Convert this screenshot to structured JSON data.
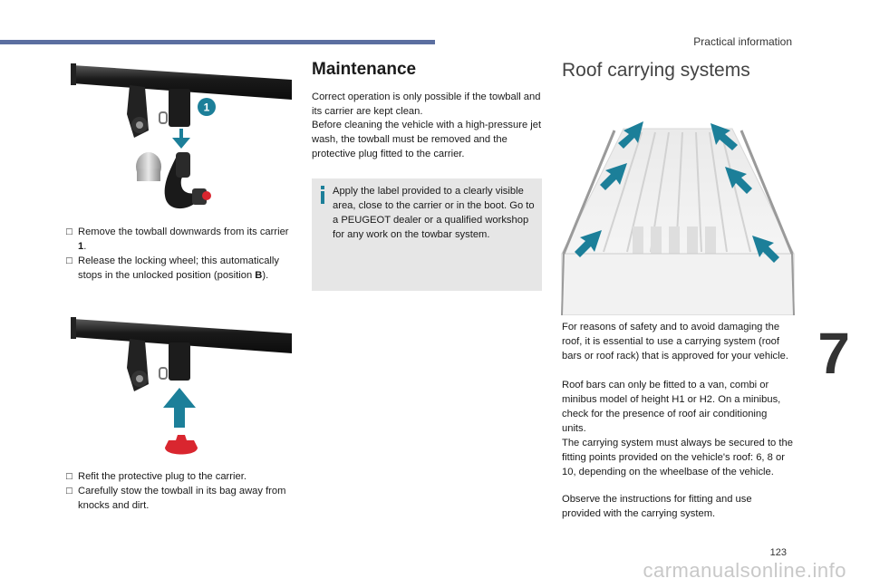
{
  "header": {
    "section": "Practical information",
    "page_number": "123",
    "chapter": "7"
  },
  "figure1": {
    "callout": "1"
  },
  "left": {
    "bullets_top": [
      {
        "text": "Remove the towball downwards from its carrier ",
        "bold": "1",
        "after": "."
      },
      {
        "text": "Release the locking wheel; this automatically stops in the unlocked position (position ",
        "bold": "B",
        "after": ")."
      }
    ],
    "bullets_bottom": [
      {
        "text": "Refit the protective plug to the carrier."
      },
      {
        "text": "Carefully stow the towball in its bag away from knocks and dirt."
      }
    ]
  },
  "maintenance": {
    "title": "Maintenance",
    "p1": "Correct operation is only possible if the towball and its carrier are kept clean.",
    "p2": "Before cleaning the vehicle with a high-pressure jet wash, the towball must be removed and the protective plug fitted to the carrier.",
    "info": "Apply the label provided to a clearly visible area, close to the carrier or in the boot. Go to a PEUGEOT dealer or a qualified workshop for any work on the towbar system."
  },
  "roof": {
    "title": "Roof carrying systems",
    "p1": "For reasons of safety and to avoid damaging the roof, it is essential to use a carrying system (roof bars or roof rack) that is approved for your vehicle.",
    "p2": "Roof bars can only be fitted to a van, combi or minibus model of height H1 or H2. On a minibus, check for the presence of roof air conditioning units.",
    "p3": "The carrying system must always be secured to the fitting points provided on the vehicle's roof: 6, 8 or 10, depending on the wheelbase of the vehicle.",
    "p4": "Observe the instructions for fitting and use provided with the carrying system."
  },
  "watermark": "carmanualsonline.info",
  "colors": {
    "accent_blue": "#5b6fa0",
    "arrow_teal": "#1c7f99",
    "plug_red": "#d9262f",
    "info_bg": "#e6e6e6"
  }
}
